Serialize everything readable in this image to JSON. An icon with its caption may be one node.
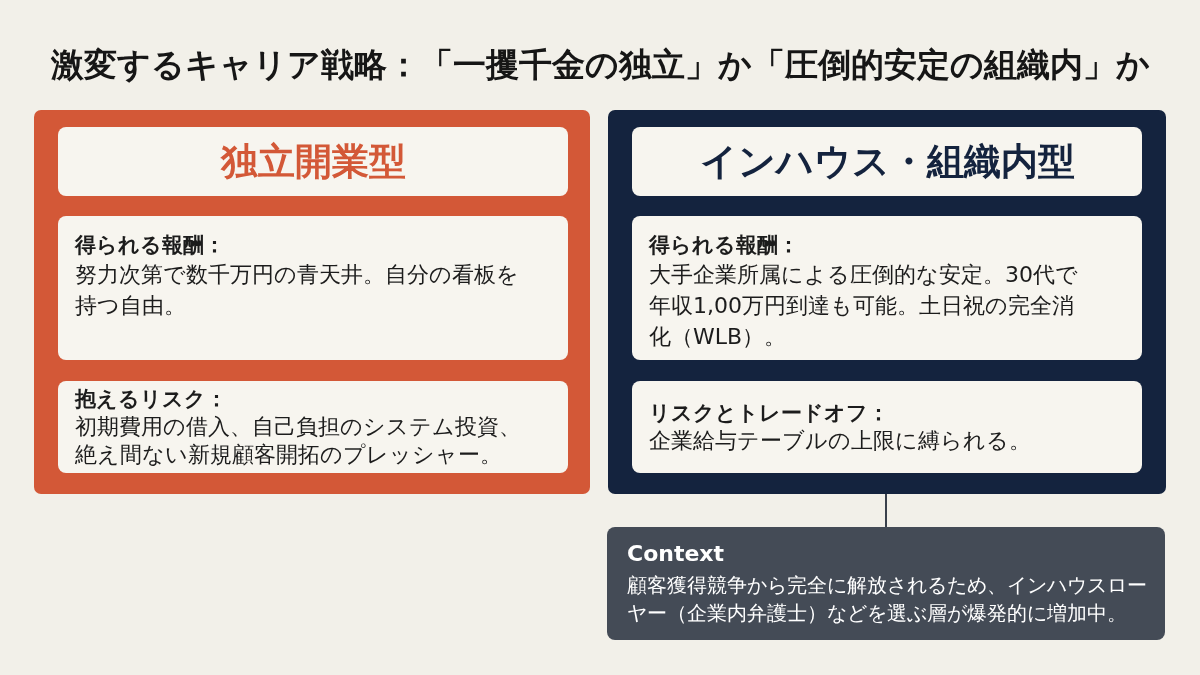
{
  "diagram": {
    "title": "激変するキャリア戦略：「一攫千金の独立」か「圧倒的安定の組織内」か",
    "nodes": [
      {
        "text": [],
        "shape": "box"
      },
      {
        "text": [
          "独立開業型"
        ],
        "in": 0
      },
      {
        "text": [
          "得られる報酬：",
          "努力次第で数千万円の青天井。自分の看板を持つ自由。"
        ],
        "in": 0
      },
      {
        "text": [
          "抱えるリスク：",
          "初期費用の借入、自己負担のシステム投資、絶え間ない新規顧客開拓のプレッシャー。"
        ],
        "in": 0
      },
      {
        "text": [],
        "shape": "box"
      },
      {
        "text": [
          "インハウス・組織内型"
        ],
        "in": 4
      },
      {
        "text": [
          "得られる報酬：",
          "大手企業所属による圧倒的な安定。30代で年収1,00万円到達も可能。土日祝の完全消化（WLB）。"
        ],
        "in": 4
      },
      {
        "text": [
          "リスクとトレードオフ：",
          "企業給与テーブルの上限に縛られる。"
        ],
        "in": 4
      },
      {
        "text": [
          "Context",
          "顧客獲得競争から完全に解放されるため、インハウスローヤー（企業内弁護士）などを選ぶ層が爆発的に増加中。"
        ]
      }
    ],
    "edges": [
      {
        "from": 4,
        "to": 8,
        "arrow": "none"
      }
    ]
  }
}
